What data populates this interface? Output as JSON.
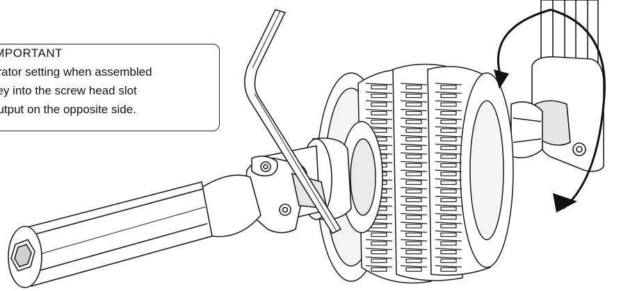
{
  "callout": {
    "title": "IMPORTANT",
    "lines": [
      "grator setting when assembled",
      "key into the screw head slot",
      "output on the opposite side."
    ]
  },
  "colors": {
    "line": "#1a1a1a",
    "fill": "#ffffff",
    "shade": "#d8d8d8",
    "dark": "#111111"
  },
  "icons": {
    "rotation": "curved-double-arrow",
    "tool": "hex-key"
  }
}
